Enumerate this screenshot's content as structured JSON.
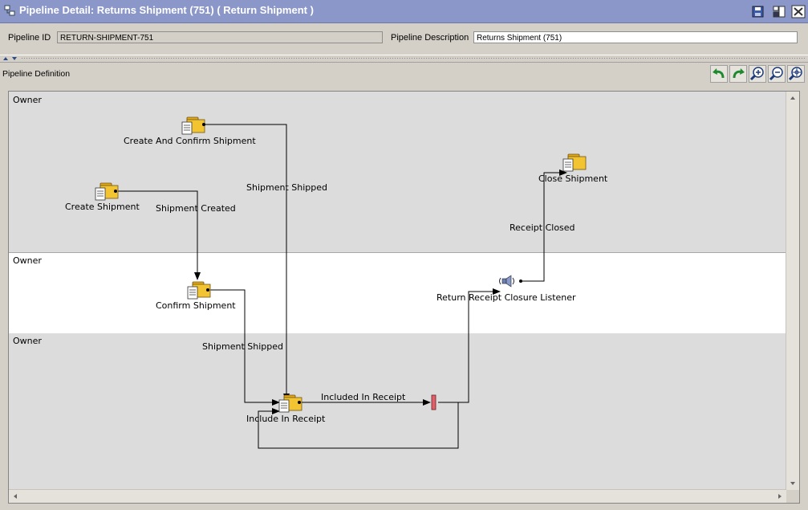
{
  "window": {
    "title": "Pipeline Detail: Returns Shipment (751) ( Return Shipment )"
  },
  "header": {
    "pipeline_id_label": "Pipeline ID",
    "pipeline_id_value": "RETURN-SHIPMENT-751",
    "pipeline_description_label": "Pipeline Description",
    "pipeline_description_value": "Returns Shipment (751)"
  },
  "definition": {
    "label": "Pipeline Definition",
    "toolbar": [
      "undo-icon",
      "redo-icon",
      "zoom-in-icon",
      "zoom-out-icon",
      "zoom-fit-icon"
    ]
  },
  "lanes": [
    {
      "label": "Owner",
      "color": "#dcdcdc"
    },
    {
      "label": "Owner",
      "color": "#ffffff"
    },
    {
      "label": "Owner",
      "color": "#dcdcdc"
    }
  ],
  "nodes": {
    "create_and_confirm_shipment": "Create And Confirm Shipment",
    "create_shipment": "Create Shipment",
    "confirm_shipment": "Confirm Shipment",
    "close_shipment": "Close Shipment",
    "return_receipt_closure_listener": "Return Receipt Closure Listener",
    "include_in_receipt": "Include In Receipt"
  },
  "transitions": {
    "shipment_shipped_1": "Shipment Shipped",
    "shipment_created": "Shipment Created",
    "receipt_closed": "Receipt Closed",
    "shipment_shipped_2": "Shipment Shipped",
    "included_in_receipt": "Included In Receipt"
  },
  "colors": {
    "title_bar": "#8a97c8",
    "task_folder": "#f2c431",
    "condition_marker": "#e0606a"
  }
}
